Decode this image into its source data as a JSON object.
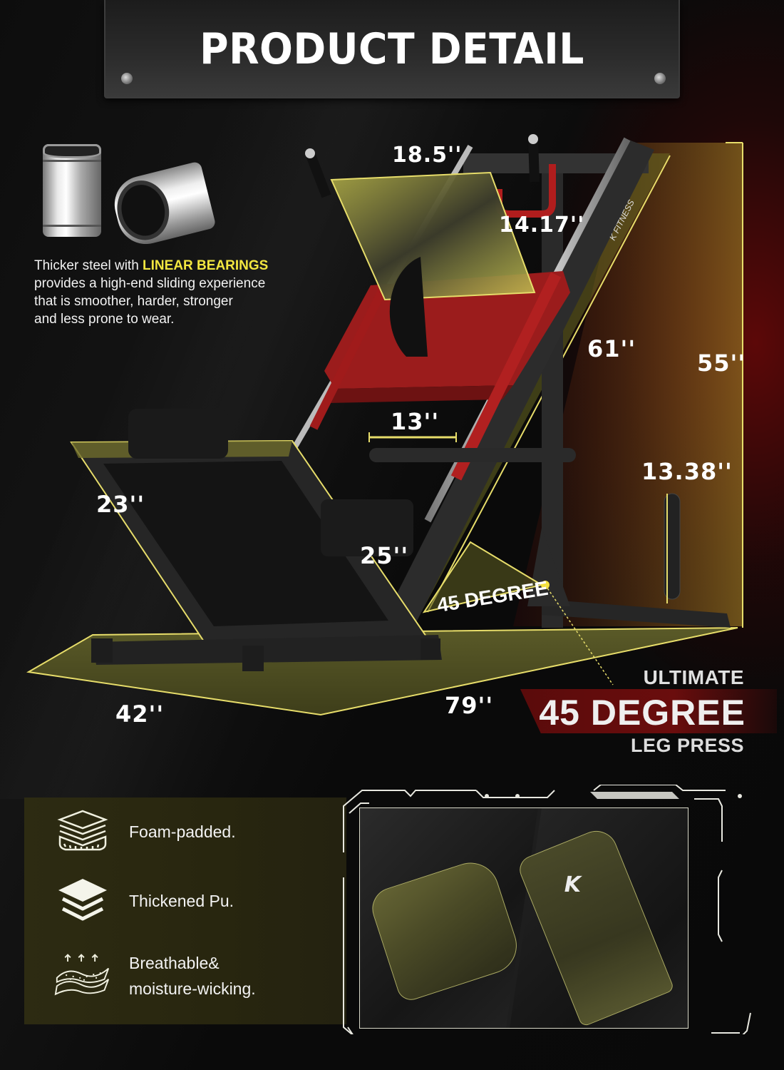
{
  "header": {
    "title": "PRODUCT DETAIL"
  },
  "bearings": {
    "text_prefix": "Thicker steel with ",
    "highlight": "LINEAR BEARINGS",
    "text_lines": [
      "provides a high-end sliding experience",
      "that is smoother, harder, stronger",
      "and less prone to wear."
    ]
  },
  "machine": {
    "brand_logo": "K FITNESS",
    "angle_label": "45 DEGREE",
    "dimensions": {
      "footplate_width": "18.5''",
      "footplate_height": "14.17''",
      "rail_length": "61''",
      "total_height": "55''",
      "plate_horn": "13''",
      "storage_post": "13.38''",
      "seat_back": "23''",
      "seat_depth": "25''",
      "base_width": "42''",
      "base_length": "79''"
    }
  },
  "badge": {
    "line1": "ULTIMATE",
    "line2": "45 DEGREE",
    "line3": "LEG PRESS"
  },
  "features": [
    {
      "icon": "foam-layers-icon",
      "label": "Foam-padded."
    },
    {
      "icon": "stacked-layers-icon",
      "label": "Thickened Pu."
    },
    {
      "icon": "breathable-fabric-icon",
      "label_line1": "Breathable&",
      "label_line2": "moisture-wicking."
    }
  ],
  "colors": {
    "accent_yellow": "#f2e640",
    "highlight_red": "#6a0d0d",
    "panel_olive": "#2d2b12",
    "dimension_line": "#e7dd6a"
  }
}
